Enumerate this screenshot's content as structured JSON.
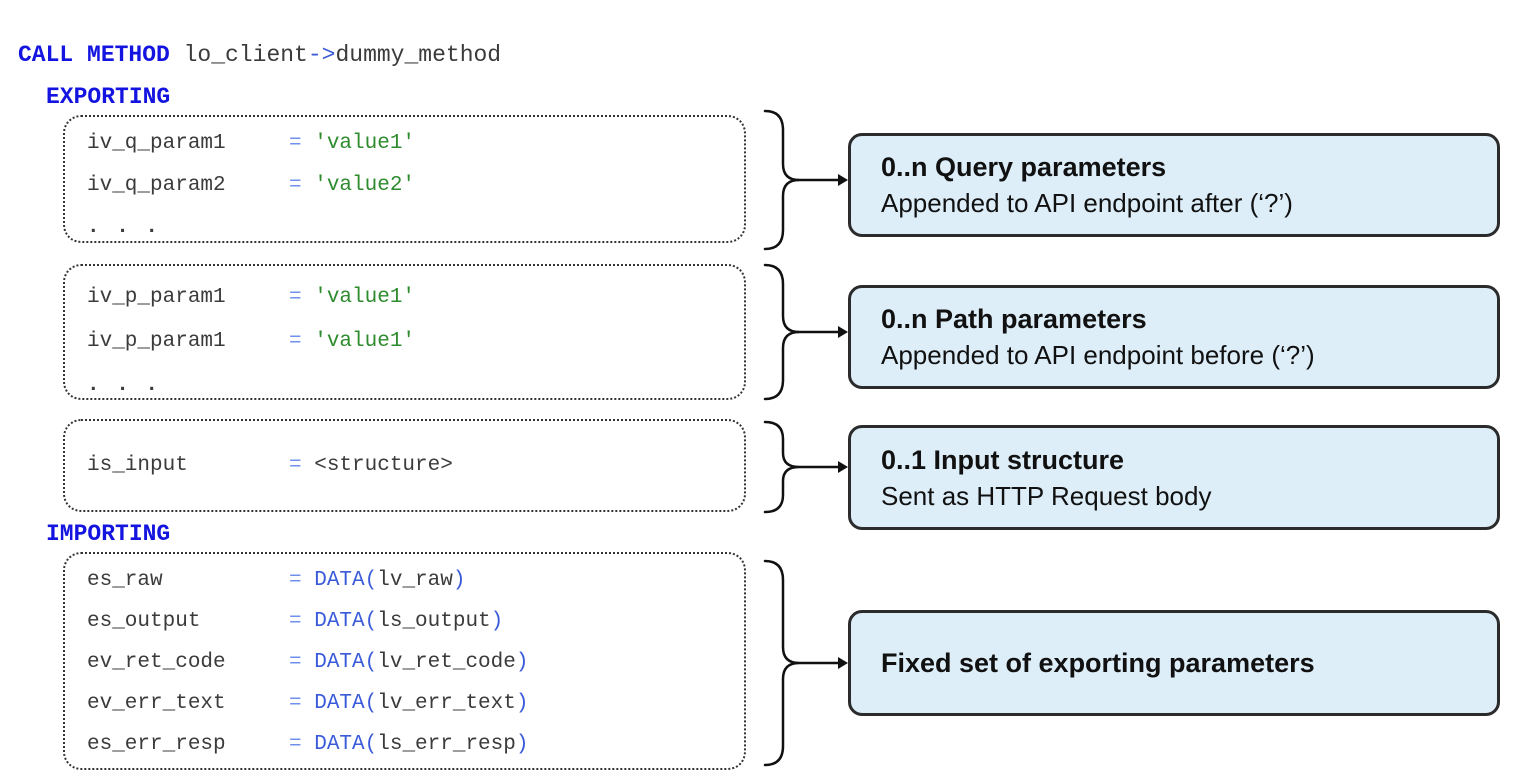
{
  "colors": {
    "kw": "#1414e0",
    "op": "#7090ee",
    "blue": "#3a5bd9",
    "str": "#2e8b2e",
    "plain": "#3b3b3b",
    "callout_bg": "#ddeef9",
    "callout_border": "#2b2b2b",
    "line": "#111111"
  },
  "title_tokens": [
    {
      "t": "CALL METHOD",
      "c": "kw"
    },
    {
      "t": " lo_client",
      "c": "plain"
    },
    {
      "t": "->",
      "c": "blue"
    },
    {
      "t": "dummy_method",
      "c": "plain"
    }
  ],
  "labels": {
    "exporting": "EXPORTING",
    "importing": "IMPORTING"
  },
  "code_boxes": [
    {
      "name": "query-parameters",
      "lines": [
        {
          "name": "iv_q_param1",
          "parts": [
            {
              "t": "= ",
              "c": "op"
            },
            {
              "t": "'value1'",
              "c": "str"
            }
          ]
        },
        {
          "name": "iv_q_param2",
          "parts": [
            {
              "t": "= ",
              "c": "op"
            },
            {
              "t": "'value2'",
              "c": "str"
            }
          ]
        },
        {
          "ellipsis": ". . ."
        }
      ]
    },
    {
      "name": "path-parameters",
      "lines": [
        {
          "name": "iv_p_param1",
          "parts": [
            {
              "t": "= ",
              "c": "op"
            },
            {
              "t": "'value1'",
              "c": "str"
            }
          ]
        },
        {
          "name": "iv_p_param1",
          "parts": [
            {
              "t": "= ",
              "c": "op"
            },
            {
              "t": "'value1'",
              "c": "str"
            }
          ]
        },
        {
          "ellipsis": ". . ."
        }
      ]
    },
    {
      "name": "input-structure",
      "lines": [
        {
          "name": "is_input",
          "parts": [
            {
              "t": "= ",
              "c": "op"
            },
            {
              "t": "<structure>",
              "c": "plain"
            }
          ]
        }
      ]
    },
    {
      "name": "importing-parameters",
      "lines": [
        {
          "name": "es_raw",
          "parts": [
            {
              "t": "= ",
              "c": "op"
            },
            {
              "t": "DATA(",
              "c": "blue"
            },
            {
              "t": "lv_raw",
              "c": "plain"
            },
            {
              "t": ")",
              "c": "blue"
            }
          ]
        },
        {
          "name": "es_output",
          "parts": [
            {
              "t": "= ",
              "c": "op"
            },
            {
              "t": "DATA(",
              "c": "blue"
            },
            {
              "t": "ls_output",
              "c": "plain"
            },
            {
              "t": ")",
              "c": "blue"
            }
          ]
        },
        {
          "name": "ev_ret_code",
          "parts": [
            {
              "t": "= ",
              "c": "op"
            },
            {
              "t": "DATA(",
              "c": "blue"
            },
            {
              "t": "lv_ret_code",
              "c": "plain"
            },
            {
              "t": ")",
              "c": "blue"
            }
          ]
        },
        {
          "name": "ev_err_text",
          "parts": [
            {
              "t": "= ",
              "c": "op"
            },
            {
              "t": "DATA(",
              "c": "blue"
            },
            {
              "t": "lv_err_text",
              "c": "plain"
            },
            {
              "t": ")",
              "c": "blue"
            }
          ]
        },
        {
          "name": "es_err_resp",
          "parts": [
            {
              "t": "= ",
              "c": "op"
            },
            {
              "t": "DATA(",
              "c": "blue"
            },
            {
              "t": "ls_err_resp",
              "c": "plain"
            },
            {
              "t": ")",
              "c": "blue"
            }
          ]
        }
      ]
    }
  ],
  "callouts": [
    {
      "title": "0..n Query parameters",
      "subtitle": "Appended to API endpoint after (‘?’)"
    },
    {
      "title": "0..n Path parameters",
      "subtitle": "Appended to API endpoint before (‘?’)"
    },
    {
      "title": "0..1 Input structure",
      "subtitle": "Sent as HTTP Request body"
    },
    {
      "title": "Fixed set of exporting parameters",
      "subtitle": ""
    }
  ]
}
